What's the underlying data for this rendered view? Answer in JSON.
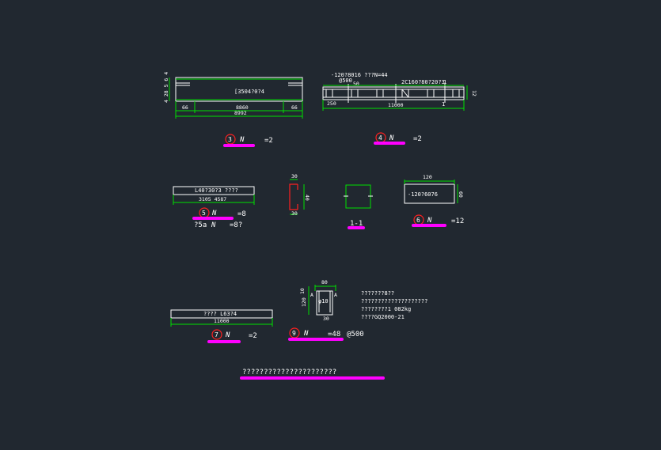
{
  "colors": {
    "background": "#212830",
    "line_white": "#ffffff",
    "dimension_green": "#00e000",
    "label_red": "#ff2020",
    "underline_magenta": "#ff00ff"
  },
  "part3": {
    "label": "[3504?0?4",
    "dim_left": "66",
    "dim_mid": "8860",
    "dim_right": "66",
    "dim_total": "8992",
    "side_dims": "4 28 5 6 4",
    "mark_num": "3",
    "mark_letter": "N",
    "qty": "=2"
  },
  "part4": {
    "note1": "-120?8016 ???N=44",
    "note2": "@500",
    "note3": "2C160?80?20?3",
    "dim_a": "50",
    "dim_side": "12",
    "dim_start": "250",
    "dim_total": "11000",
    "mark_num": "4",
    "mark_letter": "N",
    "qty": "=2",
    "small_label": "1",
    "small_label2": "1"
  },
  "part5": {
    "label1": "L40?30?3 ????",
    "label2": "3105 4587",
    "mark_num": "5",
    "mark_letter": "N",
    "qty": "=8",
    "extra_prefix": "?5a",
    "extra_letter": "N",
    "extra_qty": "=8?"
  },
  "channel": {
    "dim_top": "30",
    "dim_mid": "40",
    "dim_bottom": "30"
  },
  "section": {
    "label": "1-1"
  },
  "part6": {
    "dim_top": "120",
    "label": "-120?6076",
    "dim_side": "60",
    "mark_num": "6",
    "mark_letter": "N",
    "qty": "=12"
  },
  "part7": {
    "label": "???? L63?4",
    "dim": "11000",
    "mark_num": "7",
    "mark_letter": "N",
    "qty": "=2"
  },
  "part9": {
    "dim_top": "80",
    "dim_left_top": "10",
    "dim_left": "120",
    "phi_label": "φ10",
    "dim_bottom": "30",
    "letter_a_left": "A",
    "letter_a_right": "A",
    "mark_num": "9",
    "mark_letter": "N",
    "qty": "=48",
    "spacing": "@500"
  },
  "notes": {
    "line1": "???????8??",
    "line2": "????????????????????",
    "line3": "????????1 082kg",
    "line4": "????GQ2000-21"
  },
  "footer": {
    "title": "??????????????????????"
  }
}
